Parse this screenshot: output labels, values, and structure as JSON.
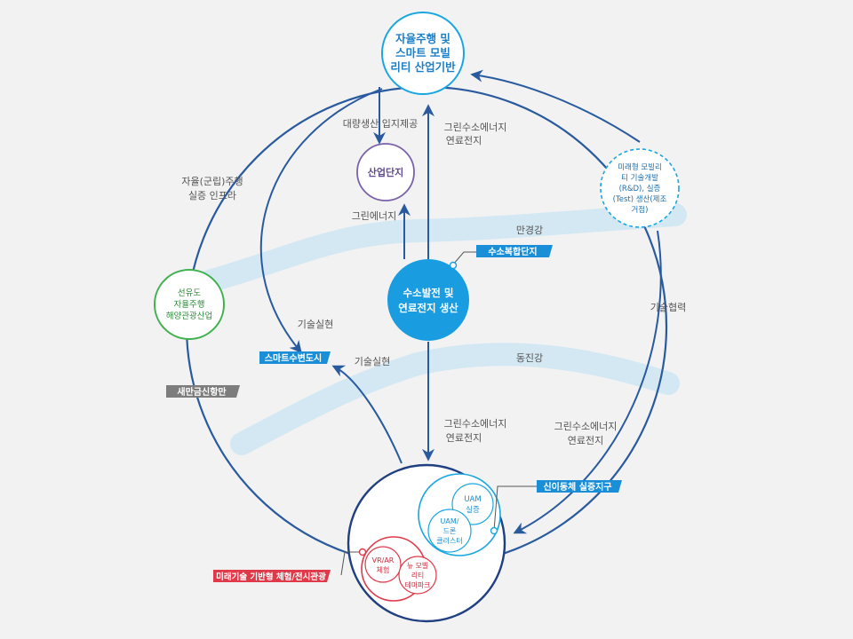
{
  "nodes": {
    "top": [
      "자율주행 및",
      "스마트 모빌",
      "리티 산업기반"
    ],
    "industrial": "산업단지",
    "center": [
      "수소발전 및",
      "연료전지 생산"
    ],
    "left": [
      "선유도",
      "자율주행",
      "해양관광산업"
    ],
    "right": [
      "미래형 모빌리",
      "티 기술개발",
      "(R&D), 실증",
      "(Test) 생산(제조",
      "거점)"
    ],
    "uam_jungsang": [
      "UAM",
      "실증"
    ],
    "uam_cluster": [
      "UAM/",
      "드론",
      "클러스터"
    ],
    "vr": [
      "VR/AR",
      "체험"
    ],
    "theme_park": [
      "뉴 모빌",
      "리티",
      "테마파크"
    ]
  },
  "tags": {
    "hydrogen_complex": "수소복합단지",
    "smart_city": "스마트수변도시",
    "saemangeum_port": "새만금신항만",
    "test_zone": "신이동체 실증지구",
    "future_tech": "미래기술 기반형 체험/전시관광"
  },
  "labels": {
    "mass_production": "대량생산 입지제공",
    "green_h2_top": [
      "그린수소에너지",
      "연료전지"
    ],
    "green_energy": "그린에너지",
    "autonomous_infra": [
      "자율(군립)주행",
      "실증 인프라"
    ],
    "tech_realize_1": "기술실현",
    "tech_realize_2": "기술실현",
    "green_h2_bottom": [
      "그린수소에너지",
      "연료전지"
    ],
    "green_h2_right": [
      "그린수소에너지",
      "연료전지"
    ],
    "tech_coop": "기술협력",
    "river_mangyeong": "만경강",
    "river_dongjin": "동진강"
  },
  "colors": {
    "navy": "#2a5a9e",
    "river": "#d3e8f3",
    "cyan": "#1aa6e0",
    "center_fill": "#1a9de0",
    "red": "#e03a4a",
    "gray_tag": "#7d7d7d",
    "purple": "#7a62a8"
  }
}
